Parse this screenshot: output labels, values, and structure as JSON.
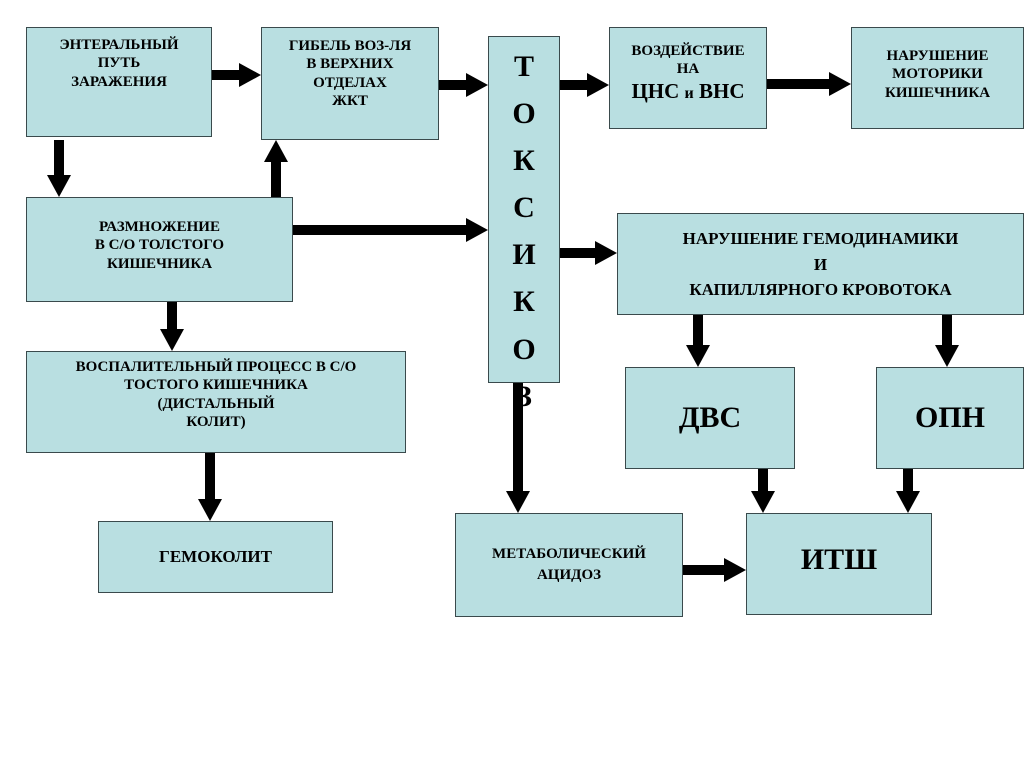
{
  "colors": {
    "box_fill": "#b9dfe1",
    "box_border": "#3a4a4c",
    "arrow": "#000000"
  },
  "boxes": {
    "enteral": [
      "ЭНТЕРАЛЬНЫЙ",
      "ПУТЬ",
      "ЗАРАЖЕНИЯ"
    ],
    "death": [
      "ГИБЕЛЬ ВОЗ-ЛЯ",
      "В ВЕРХНИХ",
      "ОТДЕЛАХ",
      "ЖКТ"
    ],
    "toxicosis": [
      "Т",
      "О",
      "К",
      "С",
      "И",
      "К",
      "О",
      "З"
    ],
    "effect": {
      "line1": "ВОЗДЕЙСТВИЕ",
      "line2": "НА",
      "line3a": "ЦНС",
      "line3b": "и",
      "line3c": "ВНС"
    },
    "motility": [
      "НАРУШЕНИЕ",
      "МОТОРИКИ",
      "КИШЕЧНИКА"
    ],
    "reproduction": [
      "РАЗМНОЖЕНИЕ",
      "В С/О ТОЛСТОГО",
      "КИШЕЧНИКА"
    ],
    "hemodynamics": [
      "НАРУШЕНИЕ ГЕМОДИНАМИКИ",
      "И",
      "КАПИЛЛЯРНОГО КРОВОТОКА"
    ],
    "inflammation": [
      "ВОСПАЛИТЕЛЬНЫЙ ПРОЦЕСС В С/О",
      "ТОСТОГО КИШЕЧНИКА",
      "(ДИСТАЛЬНЫЙ",
      "КОЛИТ)"
    ],
    "dic": "ДВС",
    "arf": "ОПН",
    "hemocolitis": "ГЕМОКОЛИТ",
    "acidosis": [
      "МЕТАБОЛИЧЕСКИЙ",
      "АЦИДОЗ"
    ],
    "shock": "ИТШ"
  }
}
